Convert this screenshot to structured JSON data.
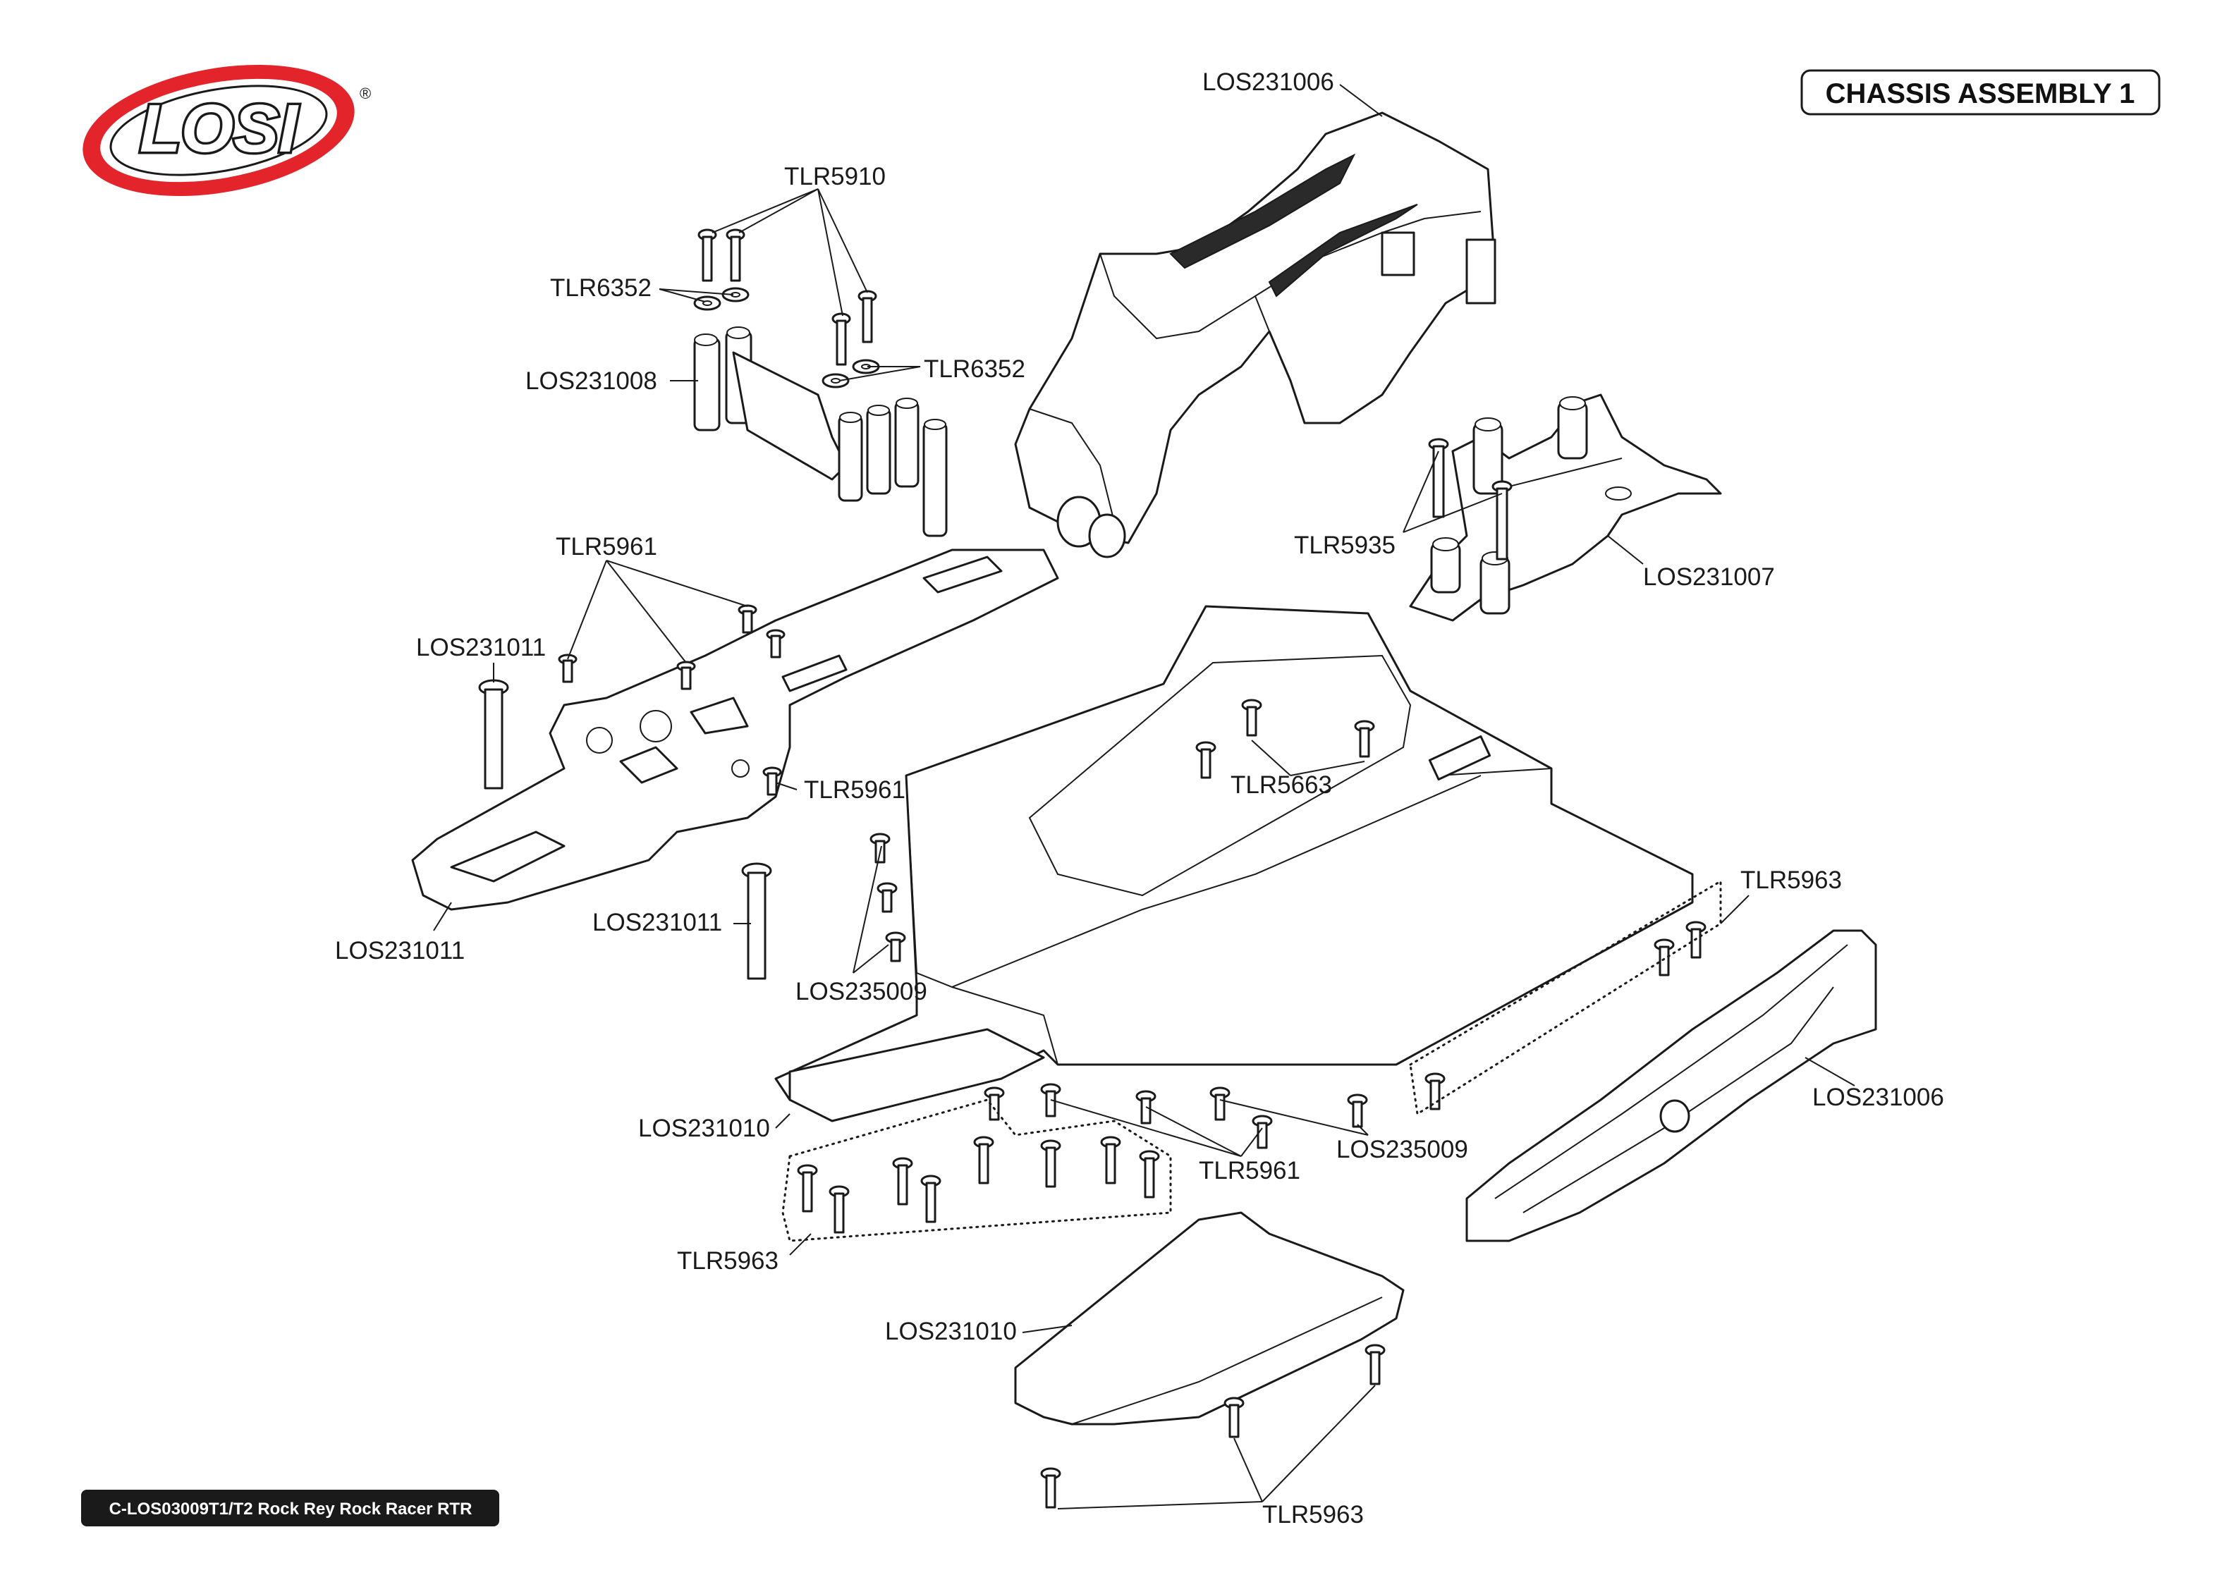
{
  "document": {
    "brand": "LOSI",
    "brand_mark": "®",
    "title": "CHASSIS ASSEMBLY 1",
    "footer": "C-LOS03009T1/T2 Rock Rey Rock Racer RTR",
    "colors": {
      "logo_red": "#e3242b",
      "line": "#1a1a1a",
      "footer_bg": "#1a1a1a",
      "footer_text": "#ffffff"
    }
  },
  "callouts": [
    {
      "id": "c1",
      "part": "LOS231006",
      "desc": "body / cab top"
    },
    {
      "id": "c2",
      "part": "TLR5910",
      "desc": "screws on front mount"
    },
    {
      "id": "c3",
      "part": "TLR6352",
      "desc": "washers left"
    },
    {
      "id": "c4",
      "part": "TLR6352",
      "desc": "washers right"
    },
    {
      "id": "c5",
      "part": "LOS231008",
      "desc": "front shock/body mount"
    },
    {
      "id": "c6",
      "part": "TLR5935",
      "desc": "screws rear mount"
    },
    {
      "id": "c7",
      "part": "LOS231007",
      "desc": "rear mount"
    },
    {
      "id": "c8",
      "part": "TLR5961",
      "desc": "screws on top brace"
    },
    {
      "id": "c9",
      "part": "LOS231011",
      "desc": "post upper"
    },
    {
      "id": "c10",
      "part": "TLR5961",
      "desc": "screw on brace"
    },
    {
      "id": "c11",
      "part": "LOS231011",
      "desc": "top brace plate"
    },
    {
      "id": "c12",
      "part": "LOS231011",
      "desc": "post lower"
    },
    {
      "id": "c13",
      "part": "LOS235009",
      "desc": "standoffs left"
    },
    {
      "id": "c14",
      "part": "TLR5663",
      "desc": "screws center"
    },
    {
      "id": "c15",
      "part": "TLR5963",
      "desc": "screws right side group"
    },
    {
      "id": "c16",
      "part": "LOS231006",
      "desc": "side nerf bar"
    },
    {
      "id": "c17",
      "part": "LOS231010",
      "desc": "front skid plate"
    },
    {
      "id": "c18",
      "part": "TLR5961",
      "desc": "screws bottom"
    },
    {
      "id": "c19",
      "part": "LOS235009",
      "desc": "standoffs bottom"
    },
    {
      "id": "c20",
      "part": "TLR5963",
      "desc": "screws bottom-left group"
    },
    {
      "id": "c21",
      "part": "LOS231010",
      "desc": "lower skid plate"
    },
    {
      "id": "c22",
      "part": "TLR5963",
      "desc": "screws lower skid"
    }
  ]
}
